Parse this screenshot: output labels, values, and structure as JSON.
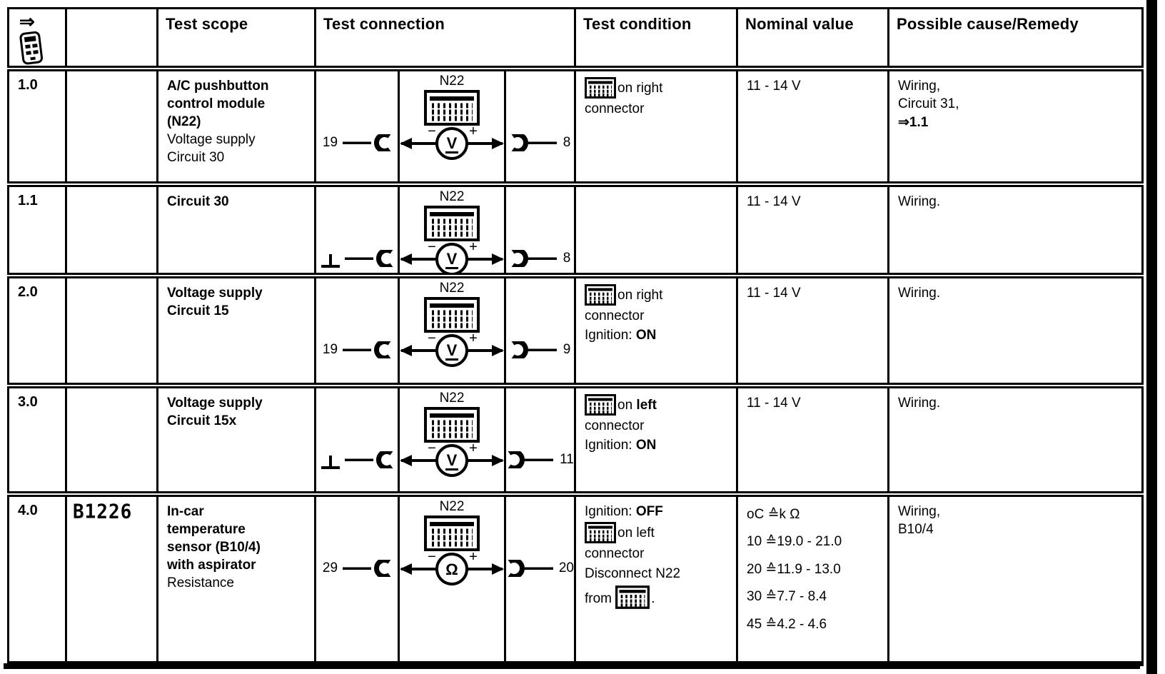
{
  "header": {
    "pointer_arrow": "⇒",
    "test_scope": "Test scope",
    "test_connection": "Test connection",
    "test_condition": "Test condition",
    "nominal_value": "Nominal value",
    "possible_cause": "Possible cause/Remedy"
  },
  "symbols": {
    "meter_minus": "−",
    "meter_plus": "+"
  },
  "rows": [
    {
      "id": "1.0",
      "code": "",
      "scope_bold": "A/C pushbutton\ncontrol module\n(N22)",
      "scope_plain": "Voltage supply\nCircuit 30",
      "conn_left_pin": "19",
      "meter_label": "N22",
      "meter_unit": "V",
      "conn_right_pin": "8",
      "condition": {
        "on_line": "on right",
        "line2": "connector"
      },
      "nominal": "11 - 14 V",
      "remedy": {
        "line1": "Wiring,",
        "line2": "Circuit 31,",
        "ref": "⇒1.1"
      }
    },
    {
      "id": "1.1",
      "code": "",
      "scope_bold": "Circuit 30",
      "scope_plain": "",
      "meter_label": "N22",
      "meter_unit": "V",
      "conn_right_pin": "8",
      "nominal": "11 - 14 V",
      "remedy": {
        "line1": "Wiring."
      }
    },
    {
      "id": "2.0",
      "code": "",
      "scope_bold": "Voltage supply\nCircuit 15",
      "scope_plain": "",
      "conn_left_pin": "19",
      "meter_label": "N22",
      "meter_unit": "V",
      "conn_right_pin": "9",
      "condition": {
        "on_line": "on right",
        "line2": "connector",
        "ignition_label": "Ignition: ",
        "ignition_value": "ON"
      },
      "nominal": "11 - 14 V",
      "remedy": {
        "line1": "Wiring."
      }
    },
    {
      "id": "3.0",
      "code": "",
      "scope_bold": "Voltage supply\nCircuit 15x",
      "scope_plain": "",
      "meter_label": "N22",
      "meter_unit": "V",
      "conn_right_pin": "11",
      "condition": {
        "on_prefix": "on ",
        "on_bold": "left",
        "line2": "connector",
        "ignition_label": "Ignition: ",
        "ignition_value": "ON"
      },
      "nominal": "11 - 14 V",
      "remedy": {
        "line1": "Wiring."
      }
    },
    {
      "id": "4.0",
      "code": "B1226",
      "scope_bold": "In-car\ntemperature\nsensor (B10/4)\nwith aspirator",
      "scope_plain": "Resistance",
      "conn_left_pin": "29",
      "meter_label": "N22",
      "meter_unit": "Ω",
      "conn_right_pin": "20",
      "condition": {
        "ignition_label": "Ignition: ",
        "ignition_value": "OFF",
        "on_line": "on left",
        "line2": "connector",
        "line3": "Disconnect N22",
        "from_label": "from ",
        "period": "."
      },
      "nominal_lines": [
        "oC ≙k Ω",
        "10 ≙19.0 - 21.0",
        "20 ≙11.9 - 13.0",
        "30 ≙7.7 - 8.4",
        "45 ≙4.2 - 4.6"
      ],
      "remedy": {
        "line1": "Wiring,",
        "line2": "B10/4"
      }
    }
  ]
}
